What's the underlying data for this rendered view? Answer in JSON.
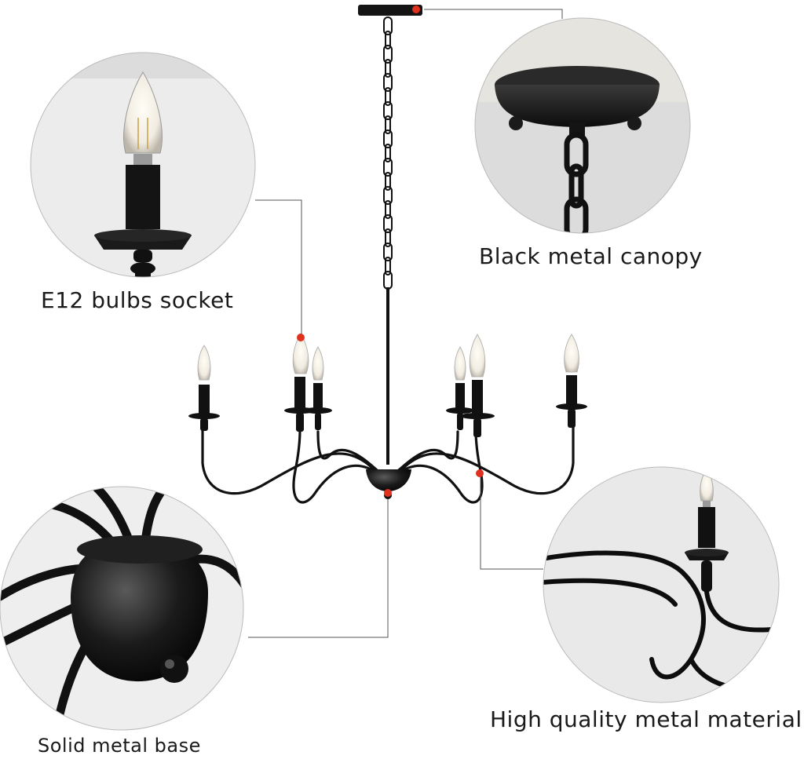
{
  "captions": {
    "canopy": "Black metal canopy",
    "socket": "E12 bulbs socket",
    "material": "High quality metal material",
    "base": "Solid metal base"
  },
  "colors": {
    "metal": "#111111",
    "marker": "#e0301e",
    "leader_line": "#444444",
    "bulb_glass": "#f1ece2",
    "zoom_background": "#ececec",
    "ceiling": "#dcdcdc"
  },
  "icons": {
    "product": "candle-chandelier-six-light",
    "markers": "red-dot-callout"
  }
}
